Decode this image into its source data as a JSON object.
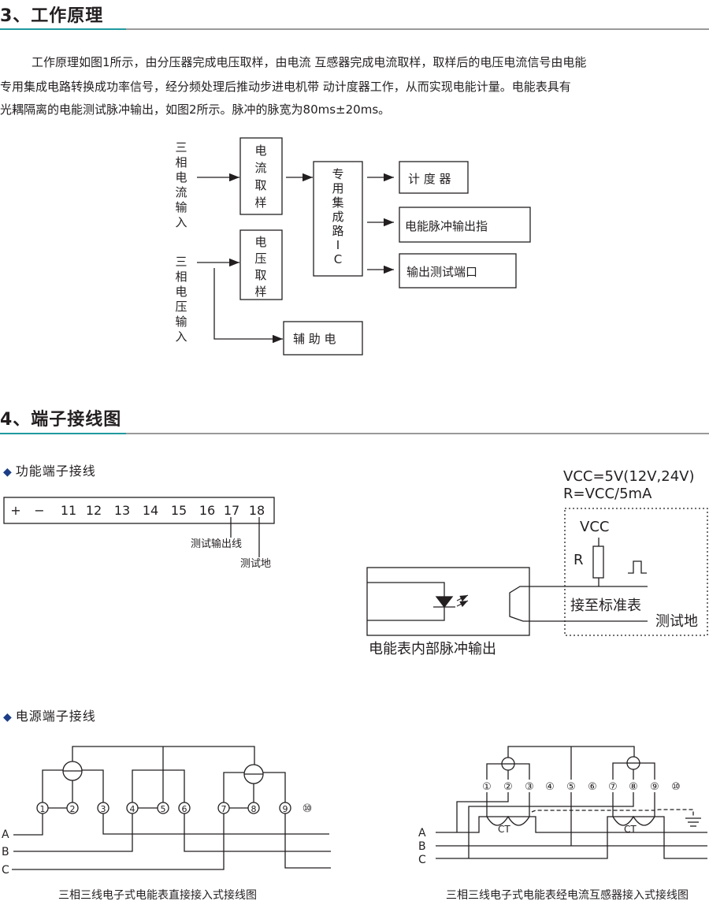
{
  "section3": {
    "title": "3、工作原理",
    "paragraph_lines": [
      "工作原理如图1所示，由分压器完成电压取样，由电流 互感器完成电流取样，取样后的电压电流信号由电能",
      "专用集成电路转换成功率信号，经分频处理后推动步进电机带 动计度器工作，从而实现电能计量。电能表具有",
      "光耦隔离的电能测试脉冲输出，如图2所示。脉冲的脉宽为80ms±20ms。"
    ]
  },
  "block_diagram": {
    "current_input": [
      "三",
      "相",
      "电",
      "流",
      "输",
      "入"
    ],
    "voltage_input": [
      "三",
      "相",
      "电",
      "压",
      "输",
      "入"
    ],
    "current_sample": [
      "电",
      "流",
      "取",
      "样"
    ],
    "voltage_sample": [
      "电",
      "压",
      "取",
      "样"
    ],
    "ic": [
      "专",
      "用",
      "集",
      "成",
      "路",
      "I",
      "C"
    ],
    "register": "计 度 器",
    "pulse_output": "电能脉冲输出指",
    "test_port": "输出测试端口",
    "aux_power": "辅 助 电"
  },
  "section4": {
    "title": "4、端子接线图",
    "function_heading": "功能端子接线",
    "power_heading": "电源端子接线",
    "bullet": "◆"
  },
  "terminals": {
    "labels": [
      "+",
      "−",
      "11",
      "12",
      "13",
      "14",
      "15",
      "16",
      "17",
      "18"
    ],
    "test_output_line": "测试输出线",
    "test_ground": "测试地"
  },
  "opto": {
    "vcc_note": "VCC=5V(12V,24V)",
    "r_note": "R=VCC/5mA",
    "vcc": "VCC",
    "r": "R",
    "to_standard_meter": "接至标准表",
    "test_ground": "测试地",
    "caption": "电能表内部脉冲输出"
  },
  "wiring": {
    "terminals": [
      "①",
      "②",
      "③",
      "④",
      "⑤",
      "⑥",
      "⑦",
      "⑧",
      "⑨",
      "⑩"
    ],
    "phases": [
      "A",
      "B",
      "C"
    ],
    "ct": "CT",
    "caption_direct": "三相三线电子式电能表直接接入式接线图",
    "caption_ct": "三相三线电子式电能表经电流互感器接入式接线图"
  }
}
